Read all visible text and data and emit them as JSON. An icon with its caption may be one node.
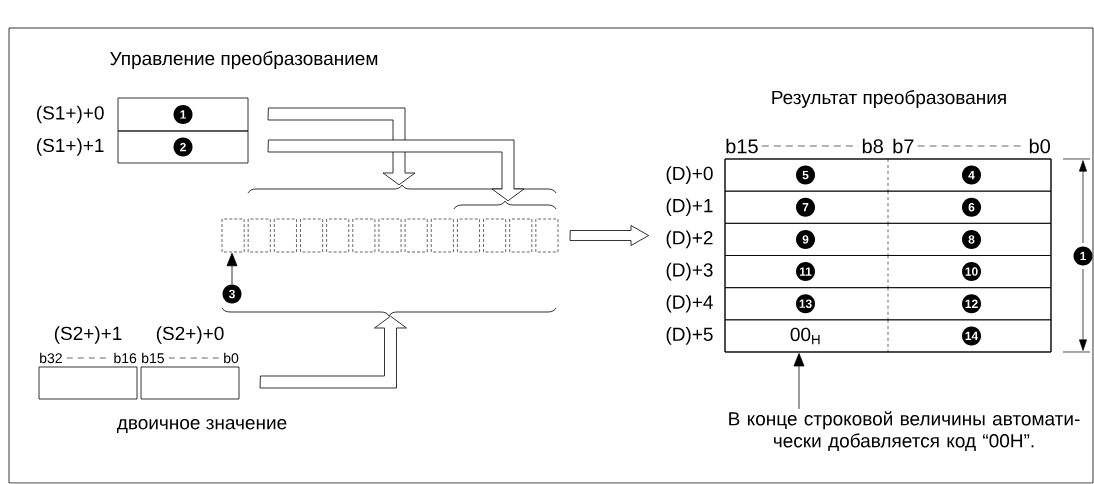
{
  "diagram": {
    "nodes": [
      {
        "text": [
          "1"
        ],
        "beside": [
          "(S1+)+0"
        ]
      },
      {
        "text": [
          "2"
        ],
        "beside": [
          "(S1+)+1"
        ]
      },
      {
        "text": [],
        "shape": "bracket"
      },
      {
        "text": [],
        "shape": "bracket"
      },
      {
        "text": [],
        "shape": "box"
      },
      {
        "text": [
          "3"
        ]
      },
      {
        "text": [],
        "shape": "bracket"
      },
      {
        "text": [],
        "shape": "box",
        "beside": [
          "(S2+)+1",
          "b32",
          "b16"
        ]
      },
      {
        "text": [],
        "shape": "box",
        "beside": [
          "(S2+)+0",
          "b15",
          "b0"
        ]
      },
      {
        "text": [
          "Результат преобразования"
        ],
        "beside": [
          "b15",
          "b8",
          "b7",
          "b0"
        ]
      },
      {
        "text": [
          "5",
          "4"
        ],
        "beside": [
          "(D)+0"
        ],
        "in": 9
      },
      {
        "text": [
          "7",
          "6"
        ],
        "beside": [
          "(D)+1"
        ],
        "in": 9
      },
      {
        "text": [
          "9",
          "8"
        ],
        "beside": [
          "(D)+2"
        ],
        "in": 9
      },
      {
        "text": [
          "11",
          "10"
        ],
        "beside": [
          "(D)+3"
        ],
        "in": 9
      },
      {
        "text": [
          "13",
          "12"
        ],
        "beside": [
          "(D)+4"
        ],
        "in": 9
      },
      {
        "text": [
          "00$_{H}$",
          "14"
        ],
        "beside": [
          "(D)+5"
        ],
        "in": 9
      },
      {
        "text": [
          "В конце строковой величины автомати- чески добавляется код “00H”."
        ]
      },
      {
        "text": [
          "1"
        ]
      }
    ],
    "edges": [
      {
        "from": 0,
        "to": 2,
        "arrow": "to",
        "style": "thick"
      },
      {
        "from": 1,
        "to": 3,
        "arrow": "to",
        "style": "thick"
      },
      {
        "from": 5,
        "to": 4,
        "arrow": "to"
      },
      {
        "from": 8,
        "to": 6,
        "arrow": "to",
        "style": "thick"
      },
      {
        "from": 4,
        "to": 12,
        "arrow": "to",
        "style": "thick"
      },
      {
        "from": 16,
        "to": 15,
        "arrow": "to"
      }
    ],
    "labels": [
      "Управление преобразованием",
      "двоичное значение"
    ]
  }
}
